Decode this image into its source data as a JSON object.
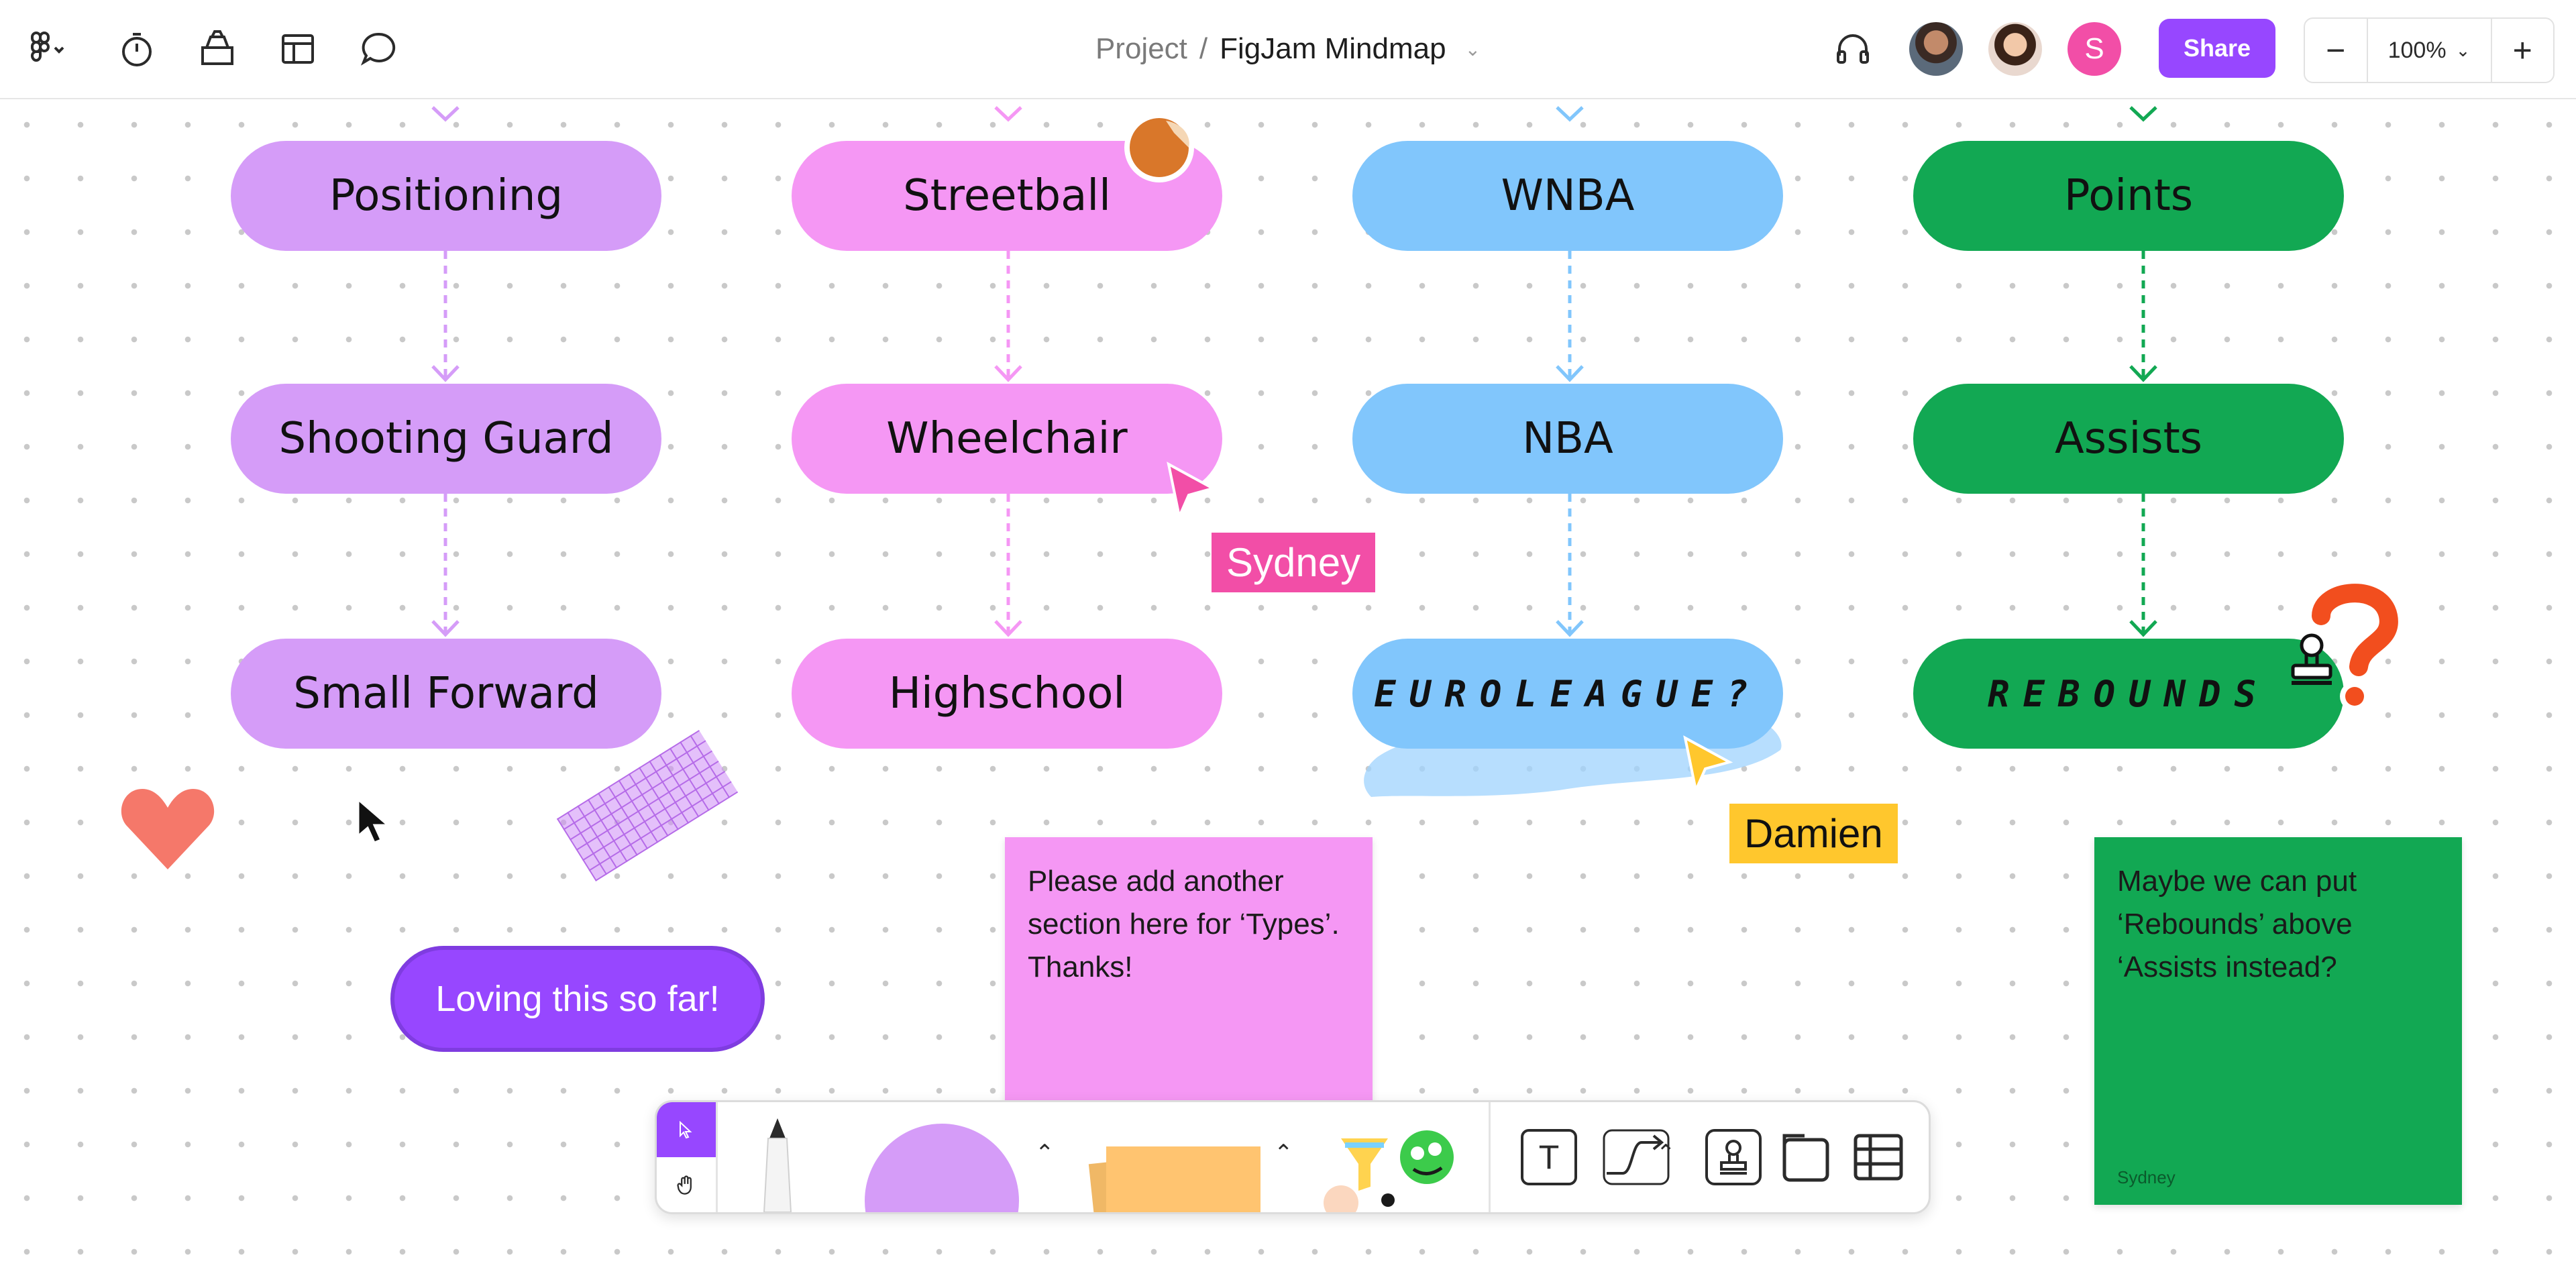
{
  "topbar": {
    "breadcrumb_project": "Project",
    "breadcrumb_separator": "/",
    "file_name": "FigJam Mindmap",
    "share_label": "Share",
    "zoom_out_label": "−",
    "zoom_value": "100%",
    "zoom_in_label": "+",
    "avatar_initial": "S",
    "icons": [
      "figma-menu-icon",
      "timer-icon",
      "plugins-icon",
      "templates-icon",
      "comment-icon",
      "audio-headphones-icon"
    ]
  },
  "colors": {
    "accent": "#9747ff",
    "purple_node": "#d59cf8",
    "pink_node": "#f597f4",
    "blue_node": "#81c6fc",
    "green_node": "#12a853",
    "sydney_cursor": "#f24ea7",
    "damien_cursor": "#ffc72d"
  },
  "columns": [
    {
      "color": "purple",
      "nodes": [
        "Positioning",
        "Shooting Guard",
        "Small Forward"
      ]
    },
    {
      "color": "pink",
      "nodes": [
        "Streetball",
        "Wheelchair",
        "Highschool"
      ]
    },
    {
      "color": "blue",
      "nodes": [
        "WNBA",
        "NBA",
        "EUROLEAGUE?"
      ]
    },
    {
      "color": "green",
      "nodes": [
        "Points",
        "Assists",
        "REBOUNDS"
      ]
    }
  ],
  "cursors": {
    "sydney": "Sydney",
    "damien": "Damien"
  },
  "comment_bubble": "Loving this so far!",
  "stickies": {
    "pink": "Please add another section here for ‘Types’. Thanks!",
    "green": "Maybe we can put ‘Rebounds’ above ‘Assists instead?",
    "green_author": "Sydney"
  },
  "toolbar": {
    "tools": [
      "select-tool",
      "hand-tool",
      "marker-tool",
      "shape-tool",
      "sticky-tool",
      "stickers-tool",
      "text-tool",
      "connector-tool",
      "stamp-tool",
      "section-tool",
      "table-tool"
    ],
    "text_tool_label": "T"
  }
}
